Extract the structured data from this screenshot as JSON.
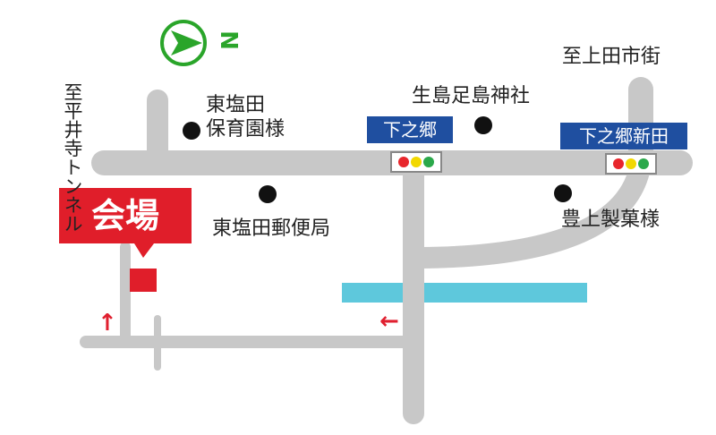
{
  "compass": {
    "direction_letter": "N",
    "icon": "north-arrow-icon",
    "color": "#2aa52a"
  },
  "venue": {
    "label": "会場",
    "color": "#e01e2a"
  },
  "labels": {
    "for_heiseiji_tunnel": "至平井寺トンネル",
    "for_ueda": "至上田市街",
    "higashi_shioda_hoikuen": "東塩田\n保育園様",
    "ikushima_tarushima_jinja": "生島足島神社",
    "higashi_shioda_post": "東塩田郵便局",
    "toyokami_seika": "豊上製菓様"
  },
  "signs": {
    "shimonogo": "下之郷",
    "shimonogo_shinden": "下之郷新田"
  },
  "colors": {
    "road": "#c8c8c8",
    "river": "#5ec8dc",
    "sign_bg": "#1f4fa0",
    "landmark_dot": "#111111",
    "route_arrow": "#e02030",
    "signal_red": "#e8262c",
    "signal_yellow": "#f2d800",
    "signal_green": "#2aa84a"
  }
}
